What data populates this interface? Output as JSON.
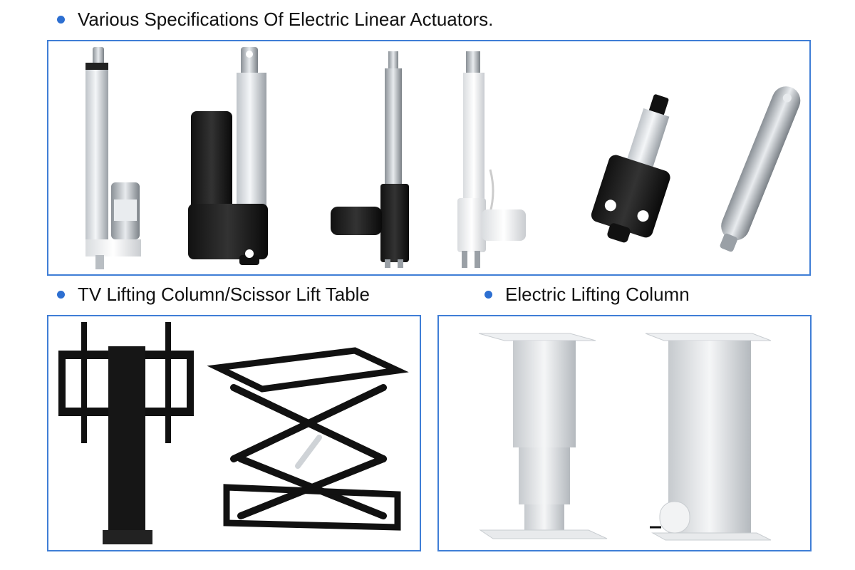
{
  "sections": [
    {
      "title": "Various Specifications Of Electric Linear Actuators."
    },
    {
      "title": "TV Lifting Column/Scissor Lift Table"
    },
    {
      "title": "Electric Lifting Column"
    }
  ],
  "colors": {
    "bullet": "#2d6fd1",
    "panel_border": "#3f7ed6",
    "text": "#111111"
  }
}
